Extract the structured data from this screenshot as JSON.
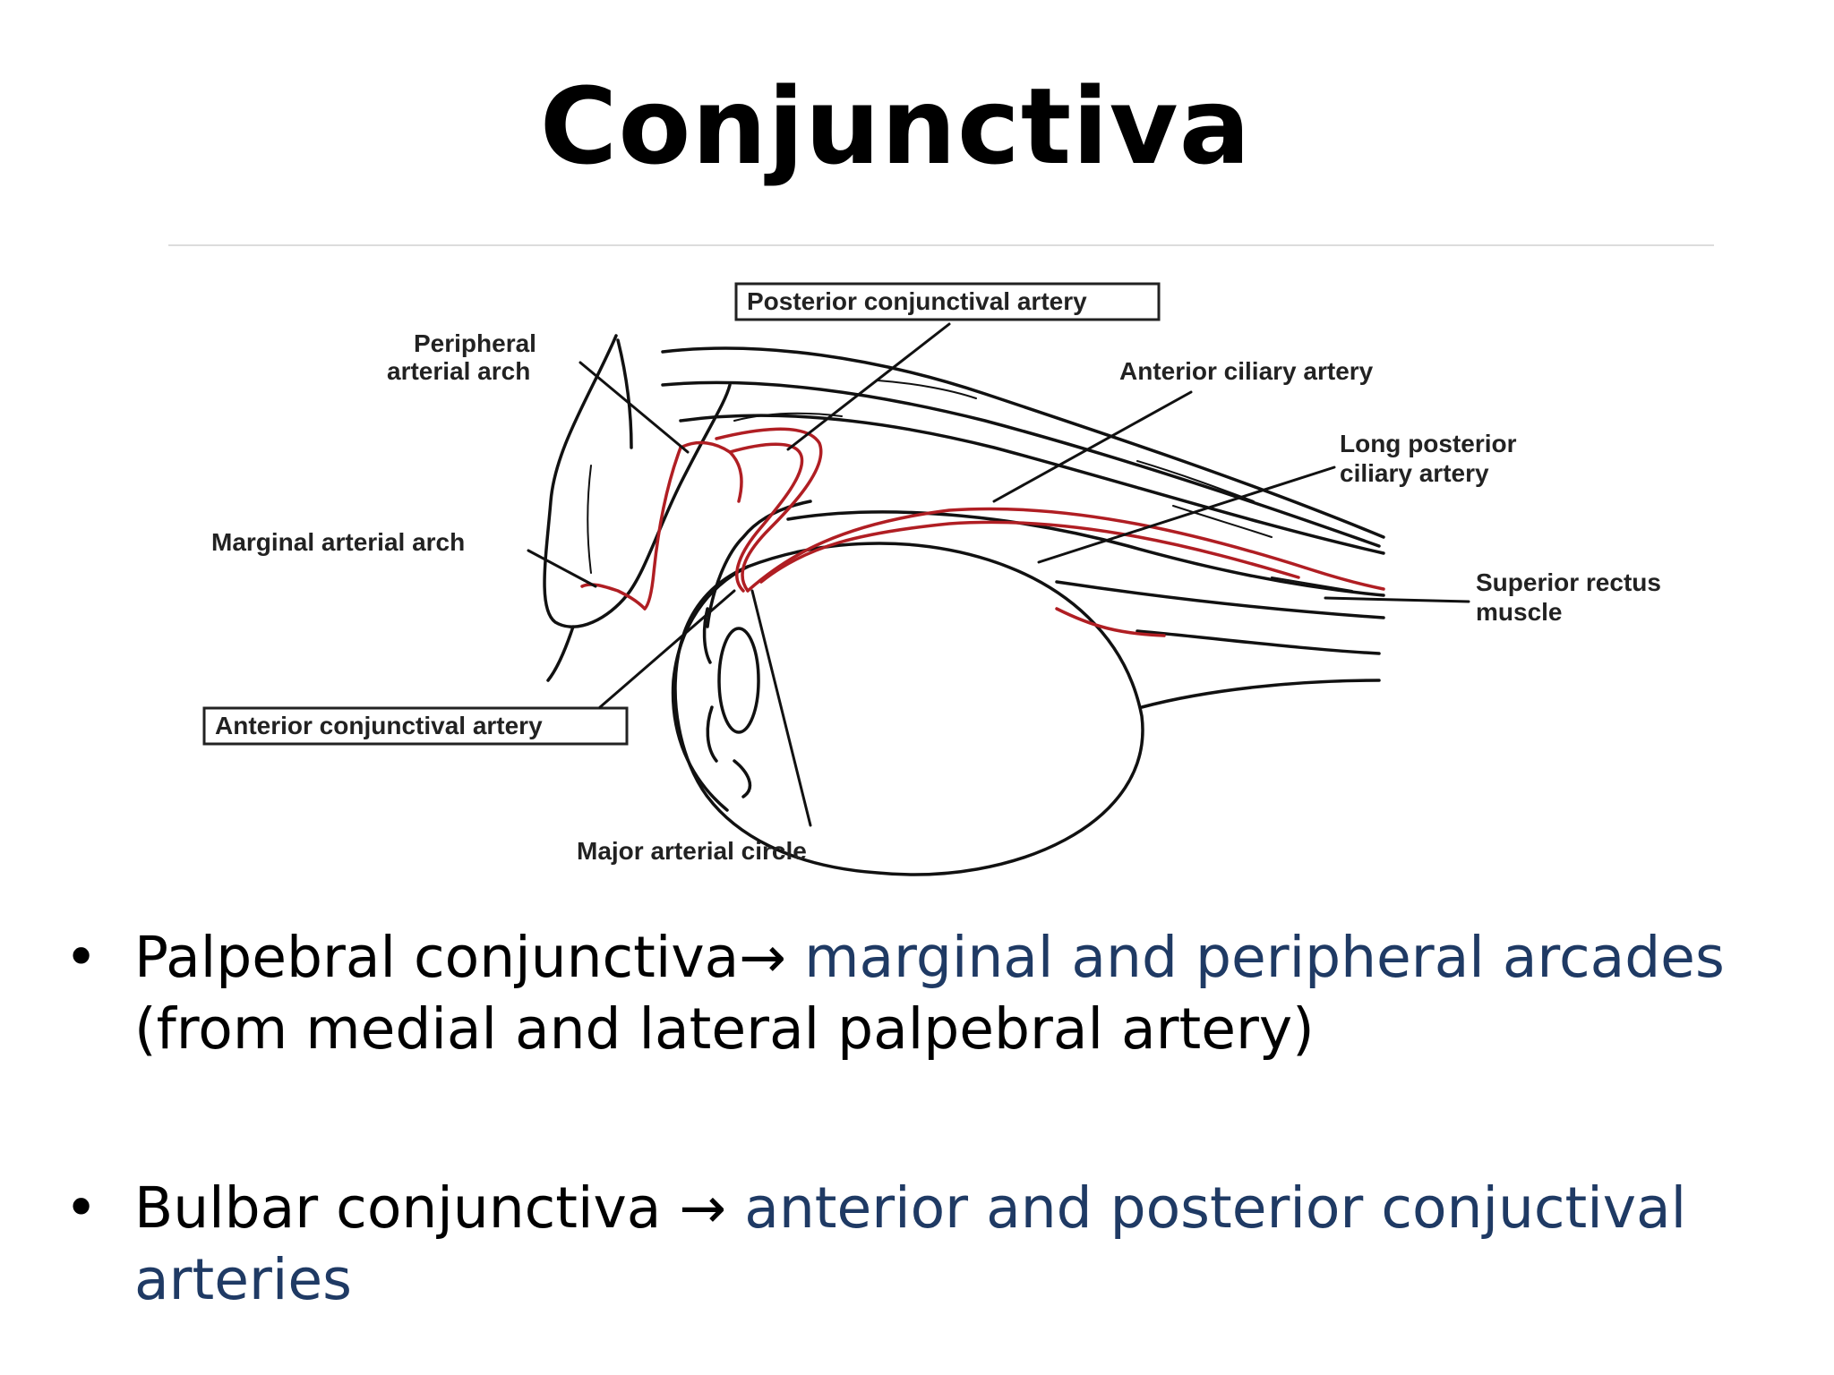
{
  "title": "Conjunctiva",
  "diagram": {
    "labels": {
      "posterior_conjunctival_artery": "Posterior conjunctival artery",
      "peripheral_arterial_arch_line1": "Peripheral",
      "peripheral_arterial_arch_line2": "arterial arch",
      "anterior_ciliary_artery": "Anterior ciliary artery",
      "long_posterior_ciliary_line1": "Long posterior",
      "long_posterior_ciliary_line2": "ciliary artery",
      "marginal_arterial_arch": "Marginal arterial arch",
      "superior_rectus_line1": "Superior rectus",
      "superior_rectus_line2": "muscle",
      "anterior_conjunctival_artery": "Anterior conjunctival artery",
      "major_arterial_circle": "Major arterial circle"
    },
    "colors": {
      "artery": "#b01e23",
      "line": "#111111"
    }
  },
  "bullets": [
    {
      "prefix": "Palpebral conjunctiva→ ",
      "highlight": "marginal and peripheral arcades",
      "rest": "(from medial and lateral palpebral artery)"
    },
    {
      "prefix": "Bulbar conjunctiva → ",
      "highlight": "anterior and posterior conjuctival arteries",
      "rest": ""
    }
  ],
  "bullet_symbol": "•",
  "highlight_color": "#1f3a64"
}
